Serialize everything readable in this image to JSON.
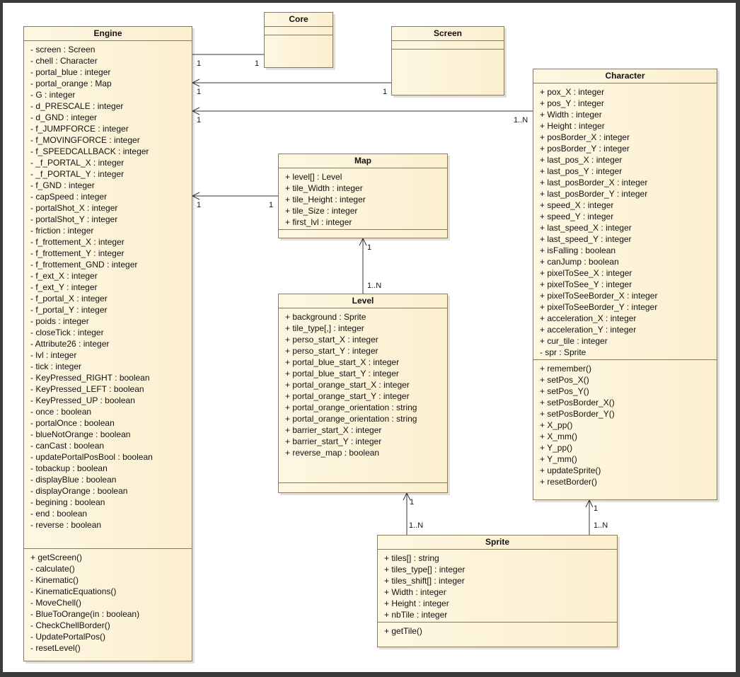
{
  "classes": {
    "engine": {
      "name": "Engine",
      "attributes": [
        "- screen : Screen",
        "- chell : Character",
        "- portal_blue : integer",
        "- portal_orange : Map",
        "- G : integer",
        "- d_PRESCALE : integer",
        "- d_GND : integer",
        "- f_JUMPFORCE : integer",
        "- f_MOVINGFORCE : integer",
        "- f_SPEEDCALLBACK : integer",
        "- _f_PORTAL_X : integer",
        "- _f_PORTAL_Y : integer",
        "- f_GND : integer",
        "- capSpeed : integer",
        "- portalShot_X : integer",
        "- portalShot_Y : integer",
        "- friction : integer",
        "- f_frottement_X : integer",
        "- f_frottement_Y : integer",
        "- f_frottement_GND : integer",
        "- f_ext_X : integer",
        "- f_ext_Y : integer",
        "- f_portal_X : integer",
        "- f_portal_Y : integer",
        "- poids : integer",
        "- closeTick : integer",
        "- Attribute26 : integer",
        "- lvl : integer",
        "- tick : integer",
        "- KeyPressed_RIGHT : boolean",
        "- KeyPressed_LEFT : boolean",
        "- KeyPressed_UP : boolean",
        "- once : boolean",
        "- portalOnce : boolean",
        "- blueNotOrange : boolean",
        "- canCast : boolean",
        "- updatePortalPosBool : boolean",
        "- tobackup : boolean",
        "- displayBlue : boolean",
        "- displayOrange : boolean",
        "- begining : boolean",
        "- end : boolean",
        "- reverse : boolean"
      ],
      "operations": [
        "+ getScreen()",
        "- calculate()",
        "- Kinematic()",
        "- KinematicEquations()",
        "- MoveChell()",
        "- BlueToOrange(in : boolean)",
        "- CheckChellBorder()",
        "- UpdatePortalPos()",
        "- resetLevel()"
      ]
    },
    "core": {
      "name": "Core",
      "attributes": [],
      "operations": []
    },
    "screen": {
      "name": "Screen",
      "attributes": [],
      "operations": []
    },
    "character": {
      "name": "Character",
      "attributes": [
        "+ pox_X : integer",
        "+ pos_Y : integer",
        "+ Width : integer",
        "+ Height : integer",
        "+ posBorder_X : integer",
        "+ posBorder_Y : integer",
        "+ last_pos_X : integer",
        "+ last_pos_Y : integer",
        "+ last_posBorder_X : integer",
        "+ last_posBorder_Y : integer",
        "+ speed_X : integer",
        "+ speed_Y : integer",
        "+ last_speed_X : integer",
        "+ last_speed_Y : integer",
        "+ isFalling : boolean",
        "+ canJump : boolean",
        "+ pixelToSee_X : integer",
        "+ pixelToSee_Y : integer",
        "+ pixelToSeeBorder_X : integer",
        "+ pixelToSeeBorder_Y : integer",
        "+ acceleration_X : integer",
        "+ acceleration_Y : integer",
        "+ cur_tile : integer",
        "- spr : Sprite"
      ],
      "operations": [
        "+ remember()",
        "+ setPos_X()",
        "+ setPos_Y()",
        "+ setPosBorder_X()",
        "+ setPosBorder_Y()",
        "+ X_pp()",
        "+ X_mm()",
        "+ Y_pp()",
        "+ Y_mm()",
        "+ updateSprite()",
        "+ resetBorder()"
      ]
    },
    "map": {
      "name": "Map",
      "attributes": [
        "+ level[] : Level",
        "+ tile_Width : integer",
        "+ tile_Height : integer",
        "+ tile_Size : integer",
        "+ first_lvl : integer"
      ],
      "operations": []
    },
    "level": {
      "name": "Level",
      "attributes": [
        "+ background : Sprite",
        "+ tile_type[,] : integer",
        "+ perso_start_X : integer",
        "+ perso_start_Y : integer",
        "+ portal_blue_start_X : integer",
        "+ portal_blue_start_Y : integer",
        "+ portal_orange_start_X : integer",
        "+ portal_orange_start_Y : integer",
        "+ portal_orange_orientation : string",
        "+ portal_orange_orientation : string",
        "+ barrier_start_X : integer",
        "+ barrier_start_Y : integer",
        "+ reverse_map : boolean"
      ],
      "operations": []
    },
    "sprite": {
      "name": "Sprite",
      "attributes": [
        "+ tiles[] : string",
        "+ tiles_type[] : integer",
        "+ tiles_shift[] : integer",
        "+ Width : integer",
        "+ Height : integer",
        "+ nbTile : integer"
      ],
      "operations": [
        "+ getTile()"
      ]
    }
  },
  "associations": {
    "engine_core": {
      "source": "1",
      "target": "1"
    },
    "engine_screen": {
      "source": "1",
      "target": "1"
    },
    "engine_character": {
      "source": "1",
      "target": "1..N"
    },
    "engine_map": {
      "source": "1",
      "target": "1"
    },
    "map_level": {
      "source": "1",
      "target": "1..N"
    },
    "level_sprite": {
      "source": "1",
      "target": "1..N"
    },
    "character_sprite": {
      "source": "1",
      "target": "1..N"
    }
  },
  "colors": {
    "box_fill": "#fcefcf",
    "box_border": "#8a7a55",
    "line": "#333333"
  }
}
